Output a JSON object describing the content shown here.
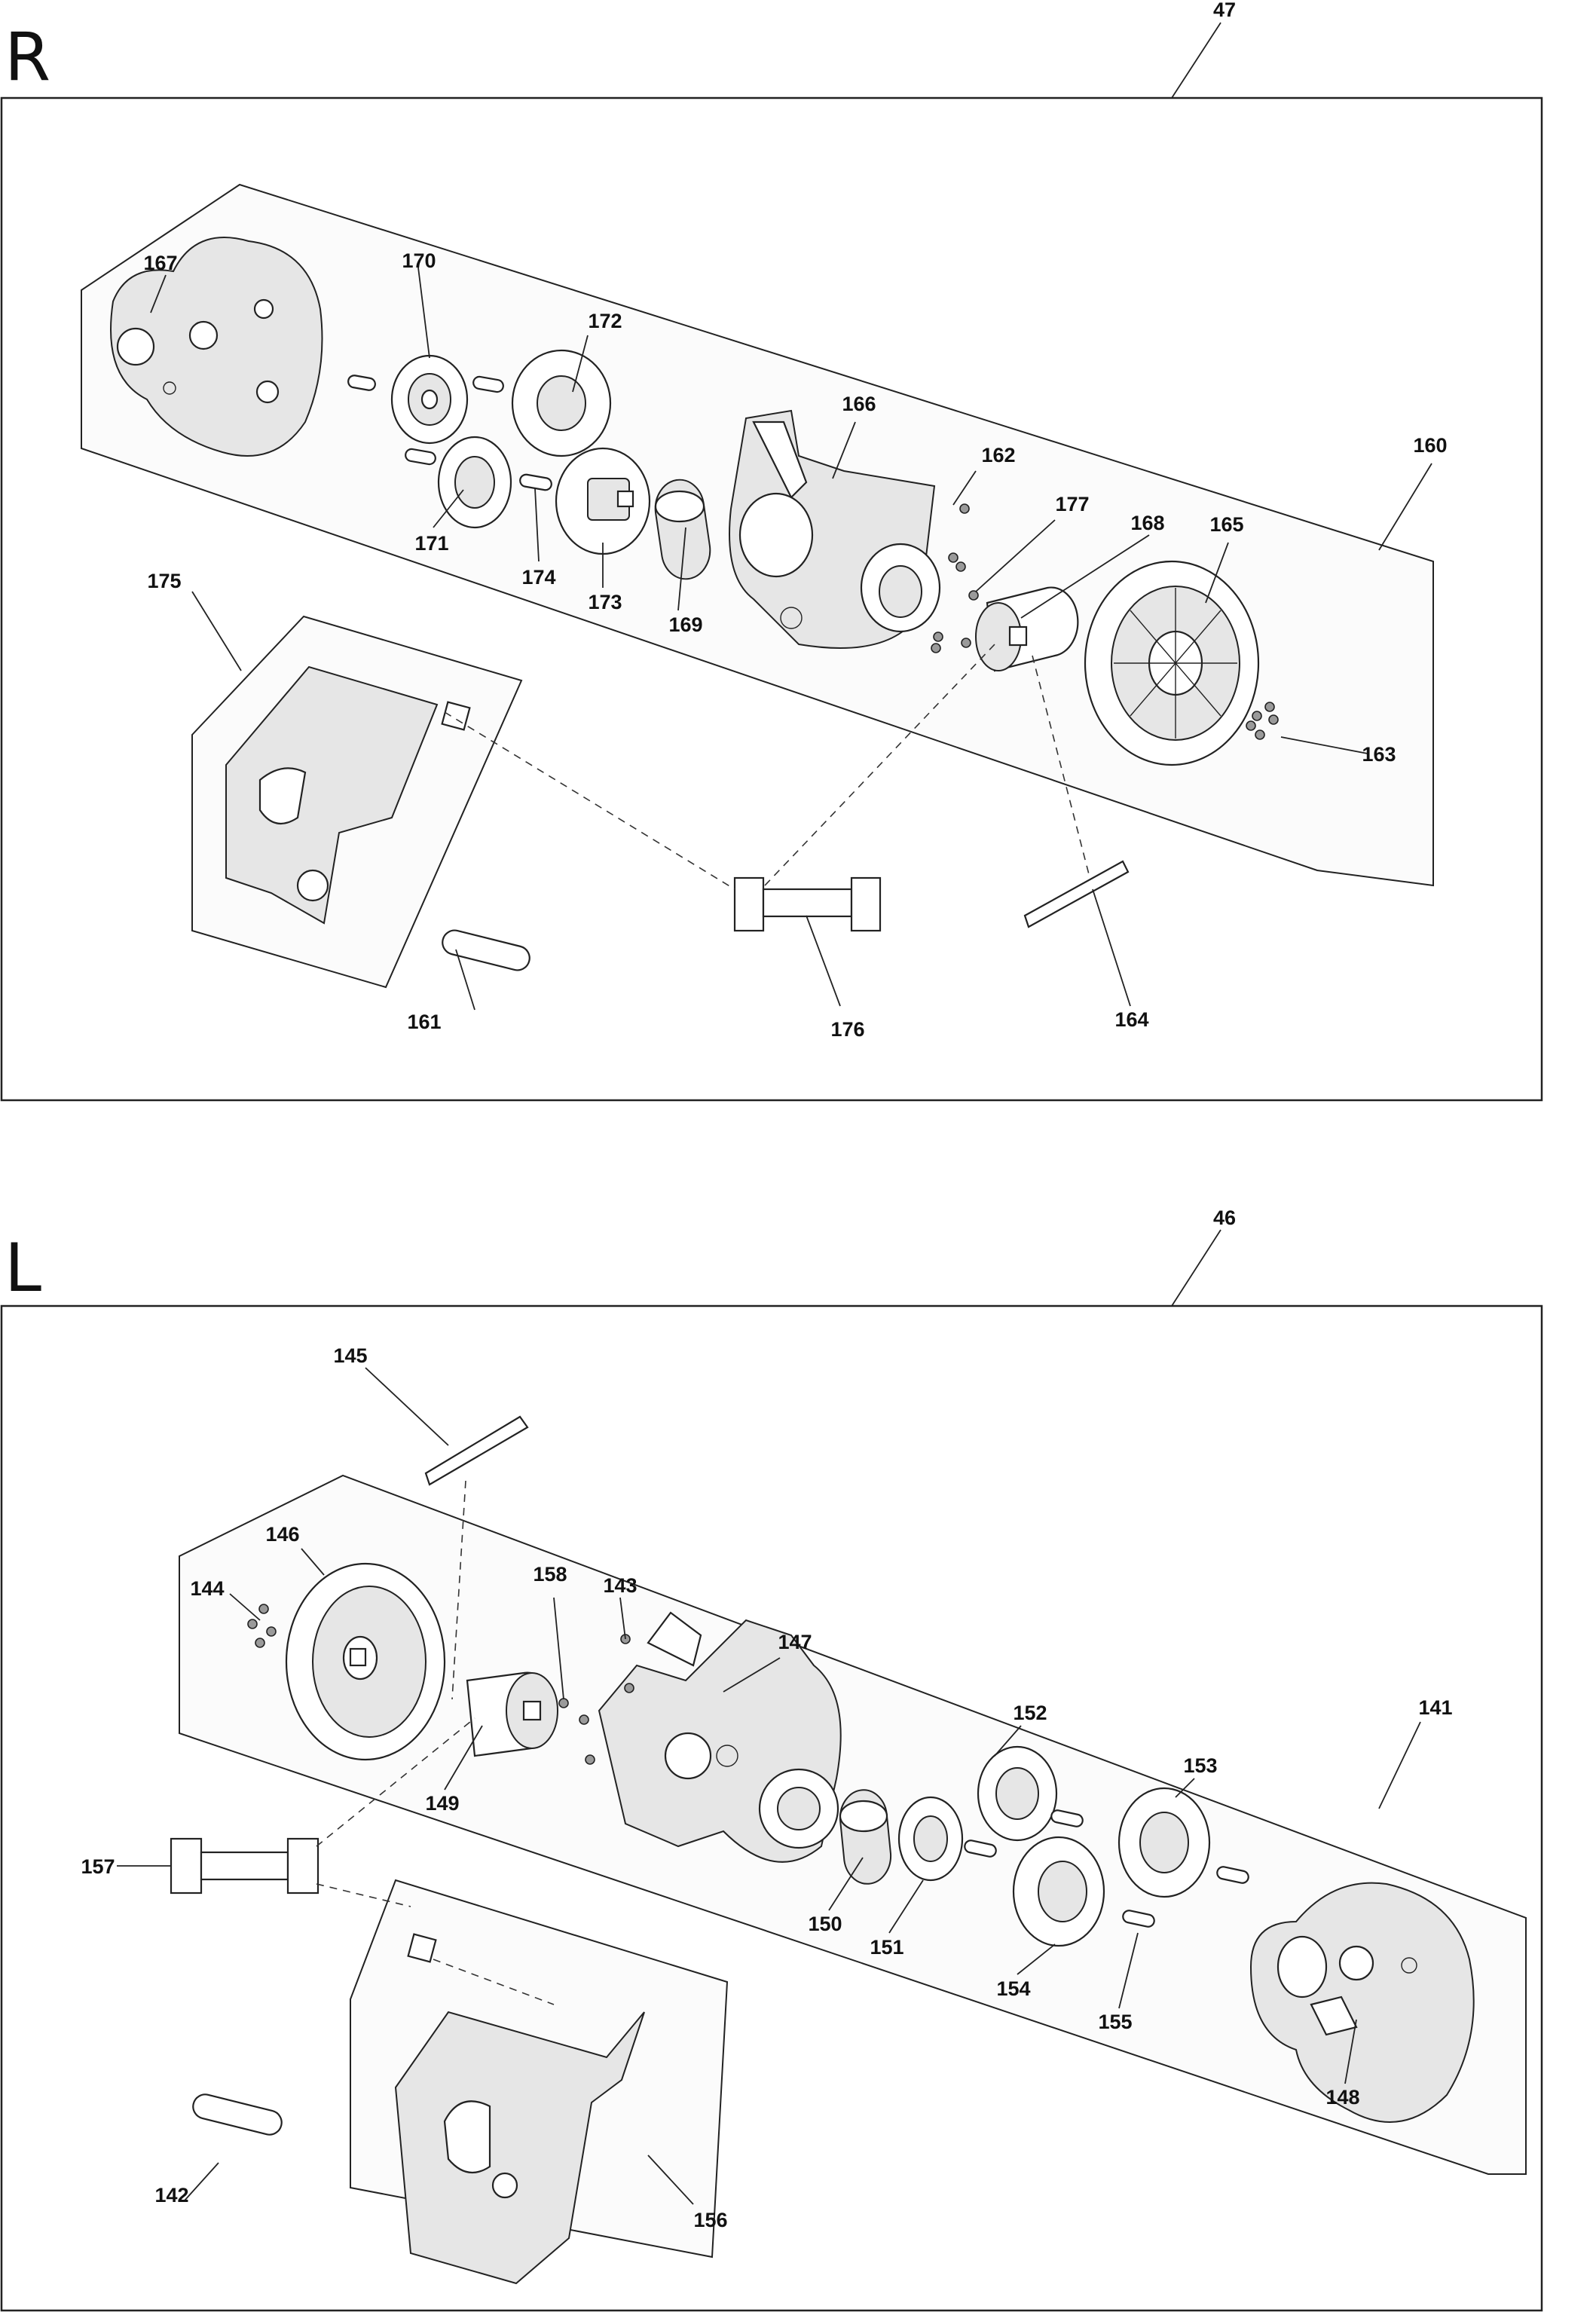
{
  "sections": {
    "right": {
      "letter": "R",
      "assembly_ref": "47",
      "callouts": {
        "p160": "160",
        "p161": "161",
        "p162": "162",
        "p163": "163",
        "p164": "164",
        "p165": "165",
        "p166": "166",
        "p167": "167",
        "p168": "168",
        "p169": "169",
        "p170": "170",
        "p171": "171",
        "p172": "172",
        "p173": "173",
        "p174": "174",
        "p175": "175",
        "p176": "176",
        "p177": "177"
      }
    },
    "left": {
      "letter": "L",
      "assembly_ref": "46",
      "callouts": {
        "p141": "141",
        "p142": "142",
        "p143": "143",
        "p144": "144",
        "p145": "145",
        "p146": "146",
        "p147": "147",
        "p148": "148",
        "p149": "149",
        "p150": "150",
        "p151": "151",
        "p152": "152",
        "p153": "153",
        "p154": "154",
        "p155": "155",
        "p156": "156",
        "p157": "157",
        "p158": "158"
      }
    }
  }
}
